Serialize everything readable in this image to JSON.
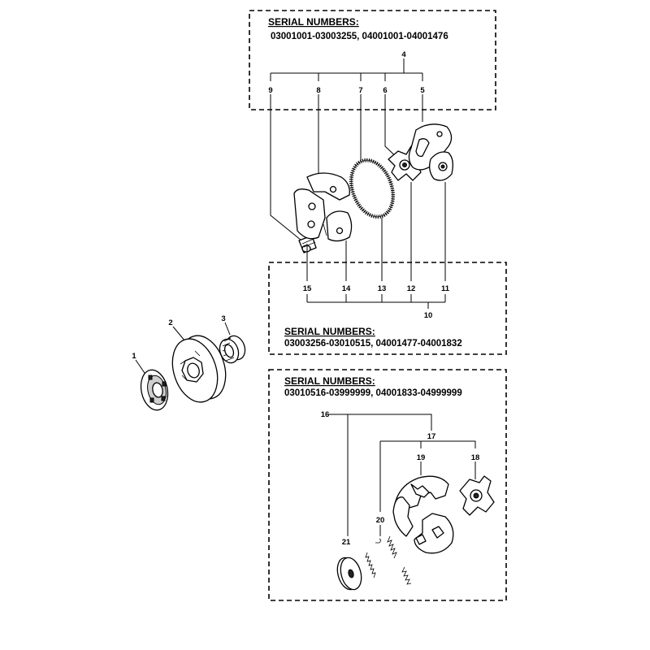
{
  "groups": [
    {
      "header": "SERIAL NUMBERS:",
      "serials": "03001001-03003255,  04001001-04001476"
    },
    {
      "header": "SERIAL NUMBERS:",
      "serials": "03003256-03010515,  04001477-04001832"
    },
    {
      "header": "SERIAL NUMBERS:",
      "serials": "03010516-03999999,  04001833-04999999"
    }
  ],
  "callouts": {
    "c1": "1",
    "c2": "2",
    "c3": "3",
    "c4": "4",
    "c5": "5",
    "c6": "6",
    "c7": "7",
    "c8": "8",
    "c9": "9",
    "c10": "10",
    "c11": "11",
    "c12": "12",
    "c13": "13",
    "c14": "14",
    "c15": "15",
    "c16": "16",
    "c17": "17",
    "c18": "18",
    "c19": "19",
    "c20": "20",
    "c21": "21"
  }
}
